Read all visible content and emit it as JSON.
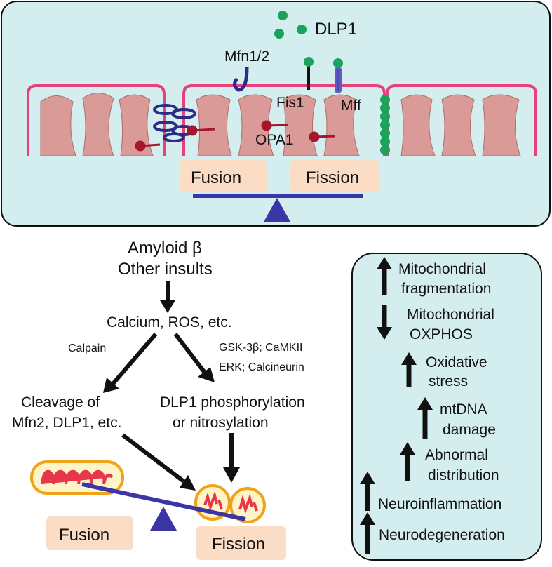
{
  "top_panel": {
    "dlp1_label": "DLP1",
    "mfn_label": "Mfn1/2",
    "fis1_label": "Fis1",
    "mff_label": "Mff",
    "opa1_label": "OPA1",
    "fusion_label": "Fusion",
    "fission_label": "Fission"
  },
  "pathway": {
    "trigger_line1": "Amyloid β",
    "trigger_line2": "Other insults",
    "mediators": "Calcium, ROS, etc.",
    "left_enzyme": "Calpain",
    "right_enzymes_line1": "GSK-3β;  CaMKII",
    "right_enzymes_line2": "ERK; Calcineurin",
    "left_outcome_line1": "Cleavage of",
    "left_outcome_line2": "Mfn2, DLP1, etc.",
    "right_outcome_line1": "DLP1 phosphorylation",
    "right_outcome_line2": "or nitrosylation",
    "fusion_label": "Fusion",
    "fission_label": "Fission"
  },
  "effects": [
    {
      "direction": "up",
      "line1": "Mitochondrial",
      "line2": "fragmentation"
    },
    {
      "direction": "down",
      "line1": "Mitochondrial",
      "line2": "OXPHOS"
    },
    {
      "direction": "up",
      "line1": "Oxidative",
      "line2": "stress"
    },
    {
      "direction": "up",
      "line1": "mtDNA",
      "line2": "damage"
    },
    {
      "direction": "up",
      "line1": "Abnormal",
      "line2": "distribution"
    },
    {
      "direction": "up",
      "line1": "Neuroinflammation",
      "line2": ""
    },
    {
      "direction": "up",
      "line1": "Neurodegeneration",
      "line2": ""
    }
  ],
  "colors": {
    "panel_bg": "#d4eef0",
    "membrane": "#e8407a",
    "cristae": "#d99a98",
    "dlp1_dot": "#1aa35a",
    "mfn": "#2c2c86",
    "opa1": "#a3162c",
    "mff": "#5d5cc2",
    "balance": "#3b35a6",
    "label_box": "#fbdcc4",
    "mito_outline": "#f0a21a",
    "mito_inner": "#e8364c",
    "mito_fill": "#fff3c8"
  }
}
